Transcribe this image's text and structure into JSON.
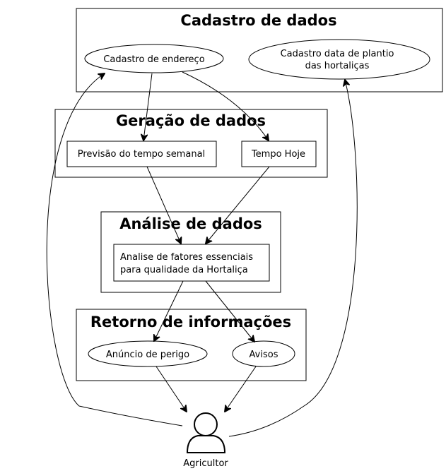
{
  "packages": {
    "cadastro": {
      "title": "Cadastro de dados"
    },
    "geracao": {
      "title": "Geração de dados"
    },
    "analise": {
      "title": "Análise de dados"
    },
    "retorno": {
      "title": "Retorno de informações"
    }
  },
  "nodes": {
    "cadastro_endereco": {
      "label": "Cadastro de endereço"
    },
    "cadastro_plantio": {
      "line1": "Cadastro data de plantio",
      "line2": "das hortaliças"
    },
    "previsao": {
      "label": "Previsão do tempo semanal"
    },
    "tempo_hoje": {
      "label": "Tempo Hoje"
    },
    "analise_fatores": {
      "line1": "Analise de fatores essenciais",
      "line2": "para qualidade da Hortaliça"
    },
    "anuncio_perigo": {
      "label": "Anúncio de perigo"
    },
    "avisos": {
      "label": "Avisos"
    }
  },
  "actor": {
    "name": "Agricultor",
    "icon": "user-icon"
  }
}
